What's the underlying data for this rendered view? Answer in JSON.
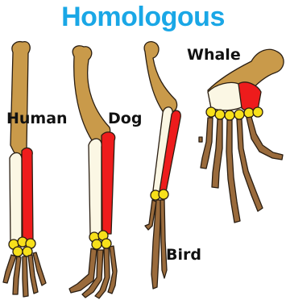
{
  "title": "Homologous",
  "labels": {
    "human": "Human",
    "dog": "Dog",
    "bird": "Bird",
    "whale": "Whale"
  },
  "colors": {
    "title": "#1aa7e6",
    "humerus": "#c99a4a",
    "radius": "#ee1c1c",
    "ulna": "#fbf7e4",
    "carpals": "#f7e01b",
    "hand": "#9a6b3c",
    "outline": "#2a1e12"
  }
}
